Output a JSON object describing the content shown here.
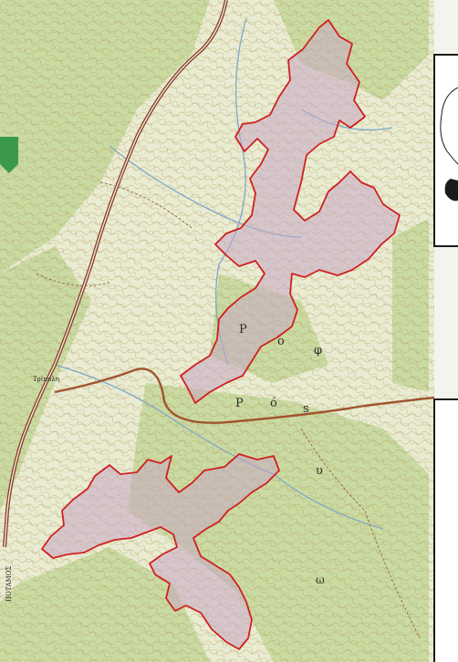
{
  "map": {
    "labels": {
      "river_upper_1": "P",
      "river_upper_2": "ο",
      "river_upper_3": "φ",
      "river_lower_1": "P",
      "river_lower_2": "ό",
      "river_lower_3": "s",
      "river_lower_4": "υ",
      "village_west": "Τρίπολη",
      "margin_text": "ΠΟΤΑΜΟΣ",
      "bottom_letter": "ω"
    },
    "colors": {
      "terrain_base": "#e9ecd2",
      "forest_green": "#c4d89a",
      "contour_brown": "#b89a5a",
      "main_road": "#8a3a2a",
      "secondary_road": "#a0552f",
      "stream_blue": "#7fa7c9",
      "study_area_outline": "#d02020",
      "study_area_fill": "#c7a7c4",
      "inset_frame": "#1a1a1a"
    }
  }
}
